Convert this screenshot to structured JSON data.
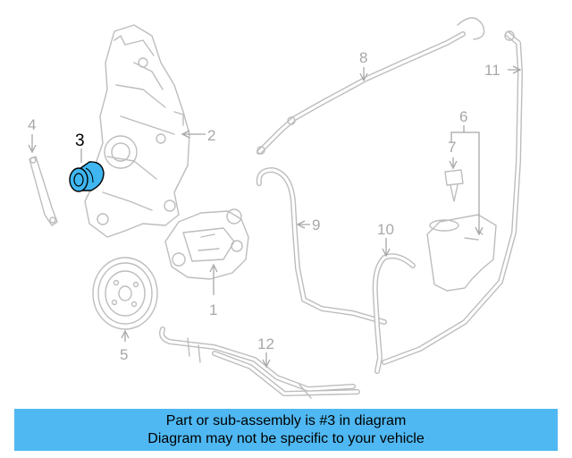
{
  "colors": {
    "banner_background": "#4fb8f2",
    "highlight_part": "#3fb6f0",
    "part_line": "#bdbdbd",
    "callout_text": "#a8a8a8",
    "highlight_text": "#000000"
  },
  "callouts": {
    "c1": "1",
    "c2": "2",
    "c3": "3",
    "c4": "4",
    "c5": "5",
    "c6": "6",
    "c7": "7",
    "c8": "8",
    "c9": "9",
    "c10": "10",
    "c11": "11",
    "c12": "12"
  },
  "highlighted_part": "3",
  "banner": {
    "line1": "Part or sub-assembly is #3 in diagram",
    "line2": "Diagram may not be specific to your vehicle"
  }
}
